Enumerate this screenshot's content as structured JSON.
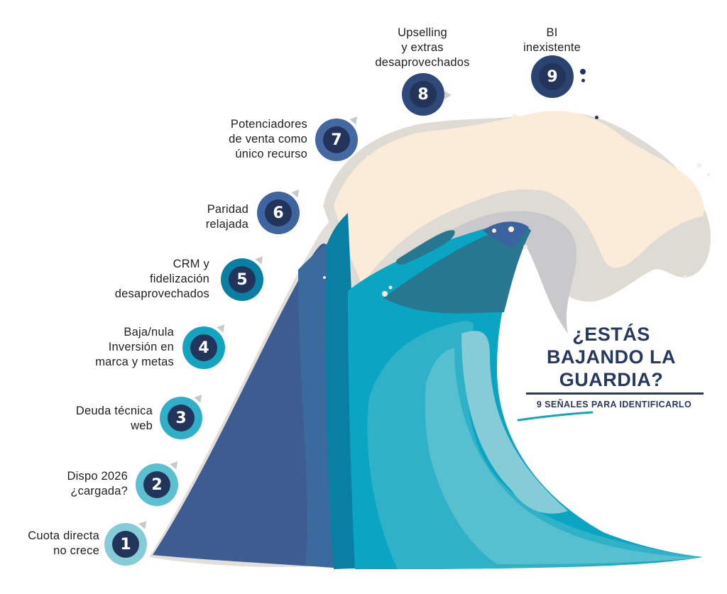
{
  "header": {
    "title_lines": [
      "¿ESTÁS",
      "BAJANDO LA",
      "GUARDIA?"
    ],
    "subtitle": "9 SEÑALES PARA IDENTIFICARLO"
  },
  "colors": {
    "navy": "#22345a",
    "title": "#27395f",
    "ring_1": "#85cbd8",
    "ring_2": "#5bc0d0",
    "ring_3": "#30b0c8",
    "ring_4": "#14a4c0",
    "ring_5": "#0a7fa4",
    "ring_6": "#3f65a0",
    "ring_7": "#4468a2",
    "ring_8": "#2f4a78",
    "ring_9": "#2a4370",
    "foam_cream": "#fbecd9",
    "foam_grey": "#dedad4"
  },
  "signals": [
    {
      "number": "1",
      "lines": [
        "Cuota directa",
        "no crece"
      ]
    },
    {
      "number": "2",
      "lines": [
        "Dispo 2026",
        "¿cargada?"
      ]
    },
    {
      "number": "3",
      "lines": [
        "Deuda técnica",
        "web"
      ]
    },
    {
      "number": "4",
      "lines": [
        "Baja/nula",
        "Inversión en",
        "marca y metas"
      ]
    },
    {
      "number": "5",
      "lines": [
        "CRM y",
        "fidelización",
        "desaprovechados"
      ]
    },
    {
      "number": "6",
      "lines": [
        "Paridad",
        "relajada"
      ]
    },
    {
      "number": "7",
      "lines": [
        "Potenciadores",
        "de venta como",
        "único recurso"
      ]
    },
    {
      "number": "8",
      "lines": [
        "Upselling",
        "y extras",
        "desaprovechados"
      ]
    },
    {
      "number": "9",
      "lines": [
        "BI",
        "inexistente"
      ]
    }
  ]
}
